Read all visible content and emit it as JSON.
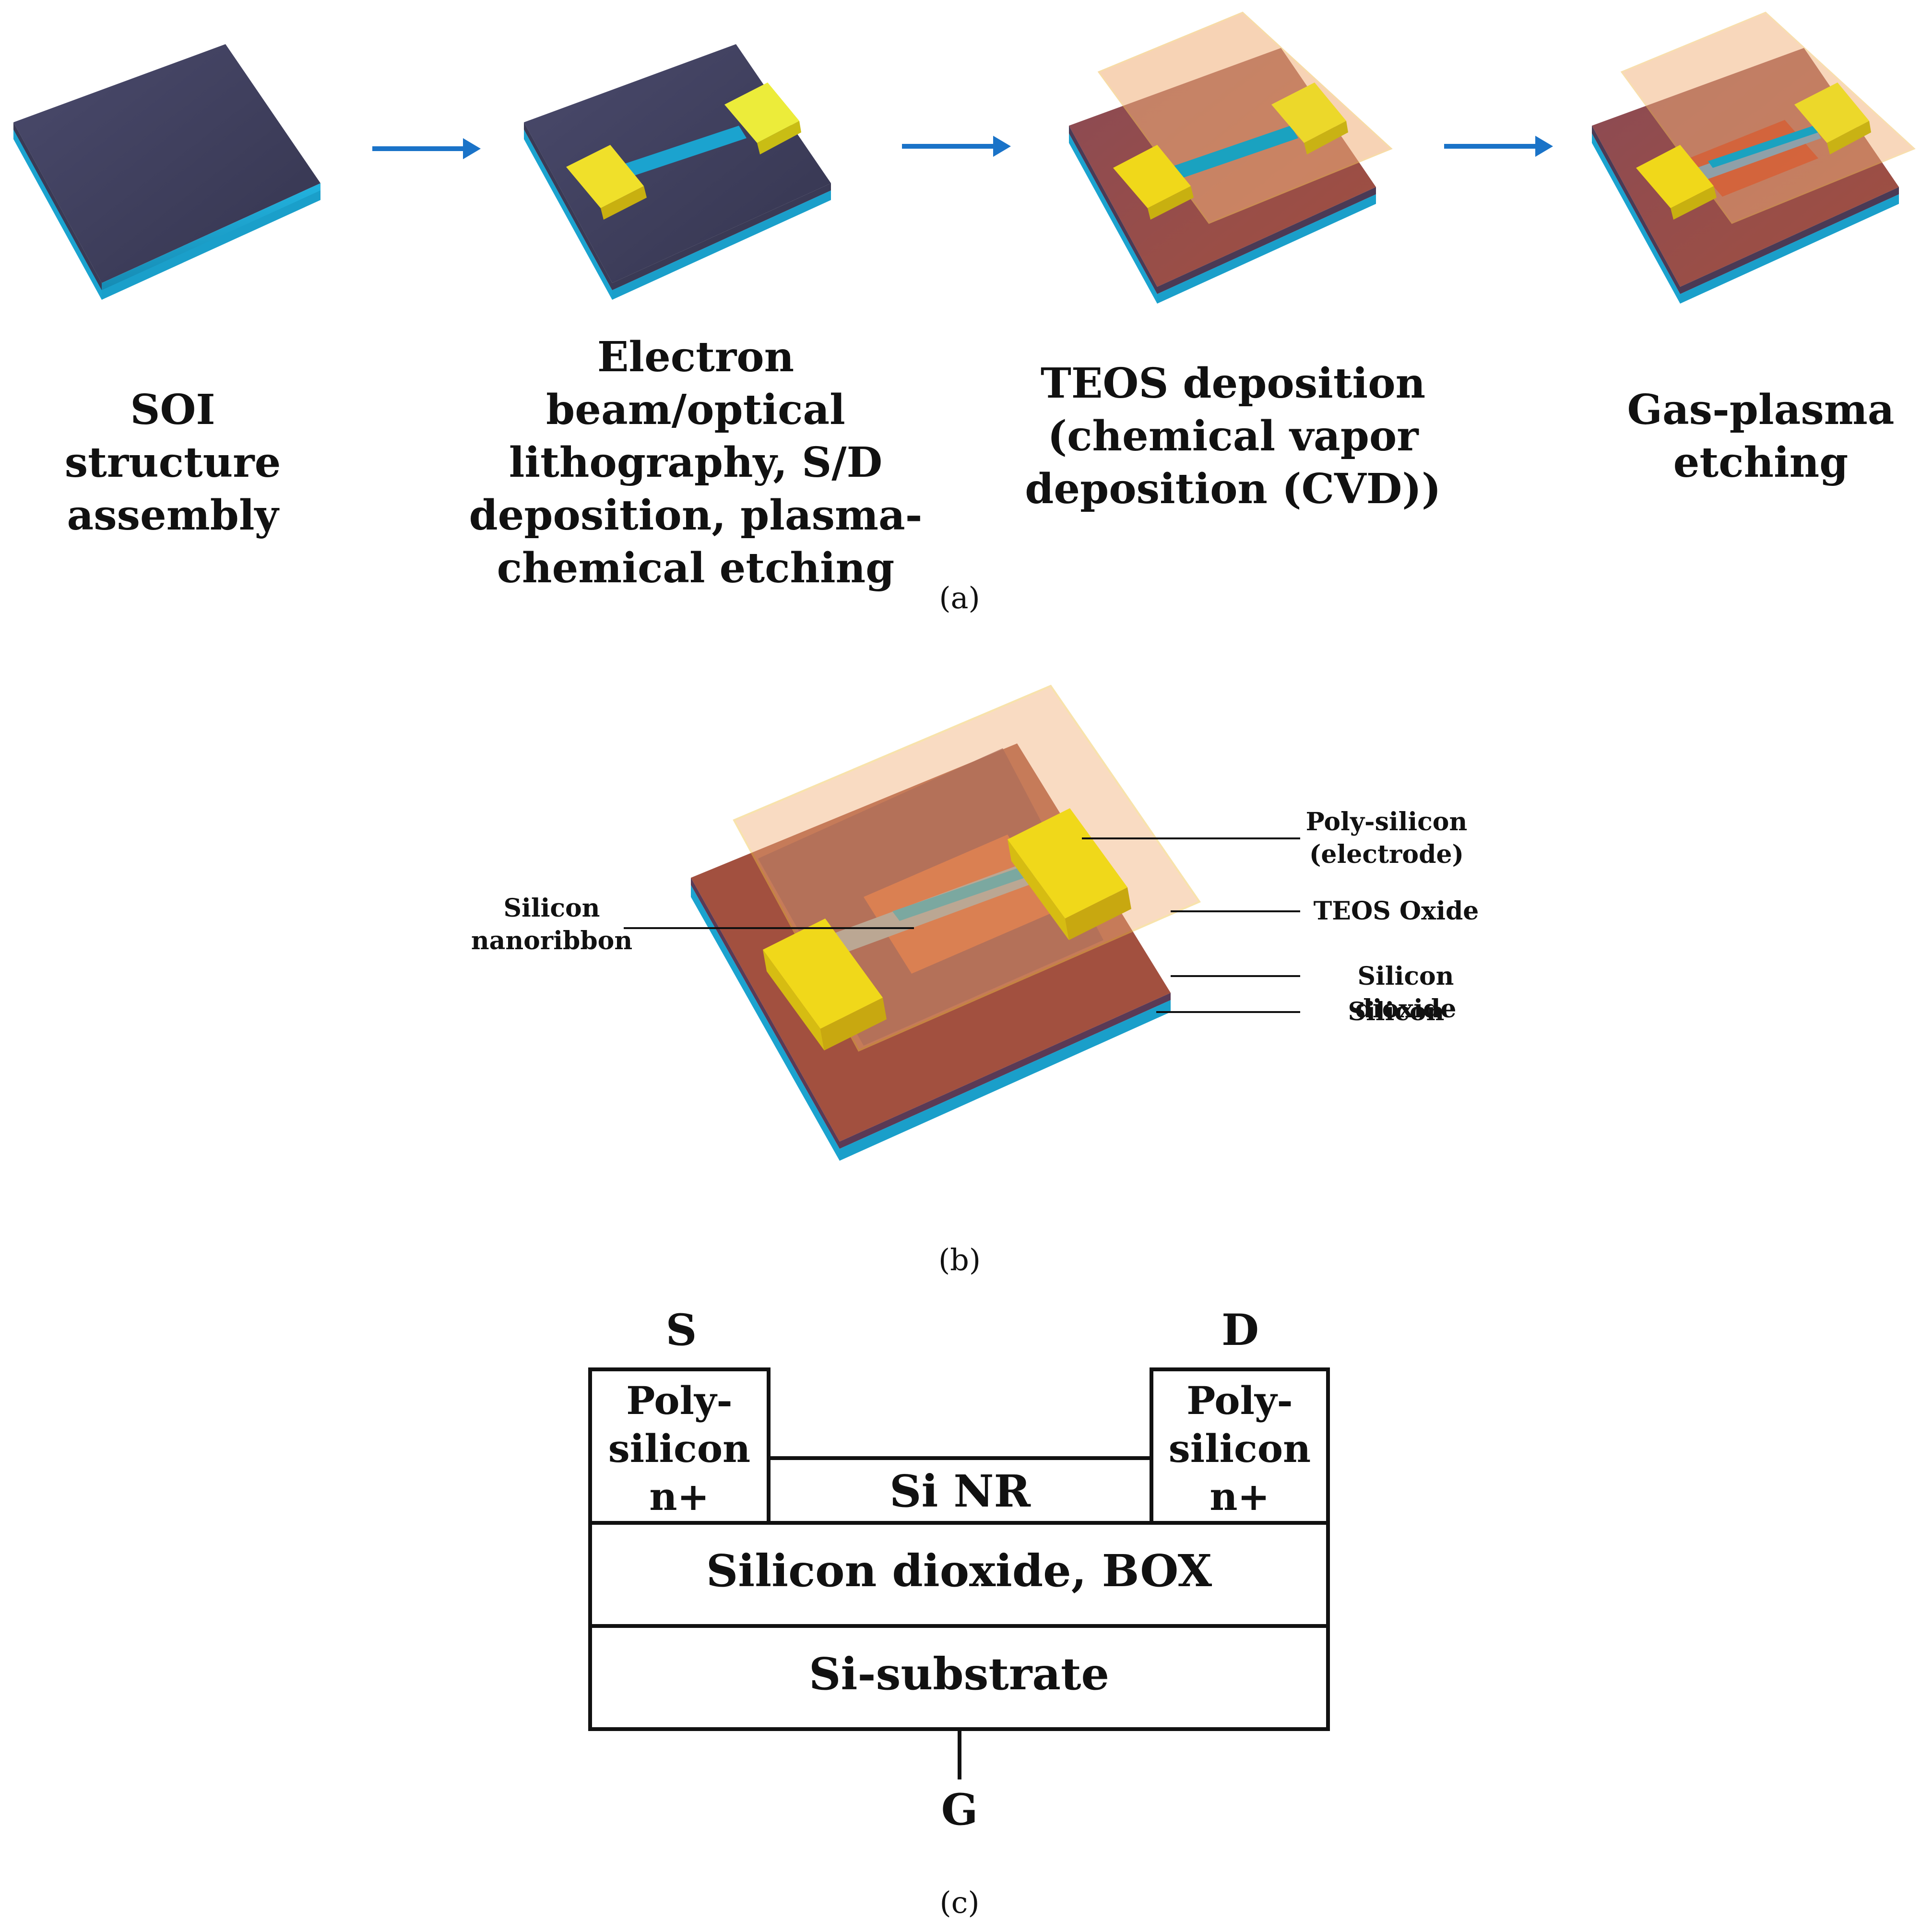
{
  "panel_a": {
    "steps": [
      "SOI structure\nassembly",
      "Electron beam/optical\nlithography, S/D\ndeposition, plasma-\nchemical etching",
      "TEOS deposition\n(chemical vapor\ndeposition (CVD))",
      "Gas-plasma\netching"
    ],
    "label": "(a)"
  },
  "panel_b": {
    "callouts": {
      "nanoribbon": "Silicon\nnanoribbon",
      "poly": "Poly-silicon\n(electrode)",
      "teos": "TEOS Oxide",
      "sio2": "Silicon dioxide",
      "si": "Silicon"
    },
    "label": "(b)"
  },
  "panel_c": {
    "source": "S",
    "drain": "D",
    "gate": "G",
    "poly_left": "Poly-\nsilicon\nn+",
    "poly_right": "Poly-\nsilicon\nn+",
    "si_nr": "Si NR",
    "box": "Silicon dioxide, BOX",
    "substrate": "Si-substrate",
    "label": "(c)"
  },
  "colors": {
    "arrow": "#1a73c8",
    "substrate_blue": "#1ba3cf",
    "oxide_dark": "#3e3e5e",
    "electrode_yellow": "#f1de1c",
    "teos_orange": "#f2b07a",
    "etched_red": "#c0513a"
  }
}
